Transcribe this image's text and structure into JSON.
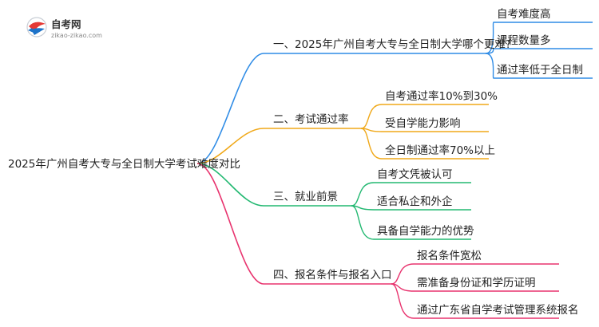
{
  "logo": {
    "title": "自考网",
    "url": "zikao-zikao.com"
  },
  "root": {
    "label": "2025年广州自考大专与全日制大学考试难度对比"
  },
  "branches": [
    {
      "label": "一、2025年广州自考大专与全日制大学哪个更难?",
      "color": "#2f8ce6",
      "children": [
        "自考难度高",
        "课程数量多",
        "通过率低于全日制"
      ]
    },
    {
      "label": "二、考试通过率",
      "color": "#f0a818",
      "children": [
        "自考通过率10%到30%",
        "受自学能力影响",
        "全日制通过率70%以上"
      ]
    },
    {
      "label": "三、就业前景",
      "color": "#22b871",
      "children": [
        "自考文凭被认可",
        "适合私企和外企",
        "具备自学能力的优势"
      ]
    },
    {
      "label": "四、报名条件与报名入口",
      "color": "#e8336e",
      "children": [
        "报名条件宽松",
        "需准备身份证和学历证明",
        "通过广东省自学考试管理系统报名"
      ]
    }
  ]
}
